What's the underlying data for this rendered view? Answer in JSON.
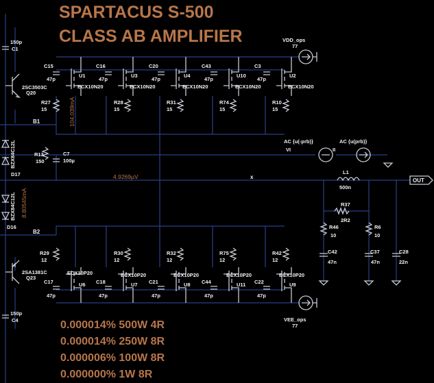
{
  "title": {
    "line1": "SPARTACUS S-500",
    "line2": "CLASS AB AMPLIFIER"
  },
  "specs": [
    "0.000014% 500W 4R",
    "0.000014% 250W 8R",
    "0.000006% 100W 8R",
    "0.000000% 1W 8R"
  ],
  "measurements": {
    "current_top": "104.039mA",
    "current_bias": "8.80545mA",
    "node_voltage": "4.9269µV"
  },
  "nets": {
    "b1": "B1",
    "b2": "B2",
    "x": "x",
    "out": "OUT"
  },
  "sources": {
    "vdd_name": "VDD_ops",
    "vdd_value": "77",
    "vee_name": "VEE_ops",
    "vee_value": "77",
    "ac1_name": "AC {u(-prb)}",
    "ac1_inner": "VI",
    "ac2_name": "AC {u(prb)}",
    "ac2_inner": "II"
  },
  "transistors": {
    "q20": {
      "part": "2SC3503C",
      "ref": "Q20"
    },
    "q23": {
      "part": "2SA1381C",
      "ref": "Q23"
    }
  },
  "zeners": {
    "d17": {
      "part": "BZX84C12L",
      "ref": "D17"
    },
    "d16": {
      "part": "BZX84C12L",
      "ref": "D16"
    }
  },
  "top_mosfets": [
    {
      "cap_ref": "C15",
      "cap_val": "47p",
      "fet_ref": "U1",
      "fet_part": "ECX10N20",
      "res_ref": "R27",
      "res_val": "15"
    },
    {
      "cap_ref": "C16",
      "cap_val": "47p",
      "fet_ref": "U3",
      "fet_part": "ECX10N20",
      "res_ref": "R28",
      "res_val": "15"
    },
    {
      "cap_ref": "C20",
      "cap_val": "47p",
      "fet_ref": "U4",
      "fet_part": "ECX10N20",
      "res_ref": "R31",
      "res_val": "15"
    },
    {
      "cap_ref": "C43",
      "cap_val": "47p",
      "fet_ref": "U10",
      "fet_part": "ECX10N20",
      "res_ref": "R74",
      "res_val": "15"
    },
    {
      "cap_ref": "C3",
      "cap_val": "47p",
      "fet_ref": "U2",
      "fet_part": "ECX10N20",
      "res_ref": "R10",
      "res_val": "15"
    }
  ],
  "bottom_mosfets": [
    {
      "cap_ref": "C17",
      "cap_val": "47p",
      "fet_ref": "U6",
      "fet_part": "ECX10P20",
      "res_ref": "R29",
      "res_val": "12"
    },
    {
      "cap_ref": "C18",
      "cap_val": "47p",
      "fet_ref": "U7",
      "fet_part": "ECX10P20",
      "res_ref": "R30",
      "res_val": "12"
    },
    {
      "cap_ref": "C21",
      "cap_val": "47p",
      "fet_ref": "U8",
      "fet_part": "ECX10P20",
      "res_ref": "R32",
      "res_val": "12"
    },
    {
      "cap_ref": "C44",
      "cap_val": "47p",
      "fet_ref": "U11",
      "fet_part": "ECX10P20",
      "res_ref": "R75",
      "res_val": "12"
    },
    {
      "cap_ref": "C22",
      "cap_val": "47p",
      "fet_ref": "U9",
      "fet_part": "ECX10P20",
      "res_ref": "R42",
      "res_val": "12"
    }
  ],
  "passives": {
    "c1": {
      "ref": "C1",
      "val": "150p"
    },
    "c4": {
      "ref": "C4",
      "val": "150p"
    },
    "r13": {
      "ref": "R13",
      "val": "150"
    },
    "c7": {
      "ref": "C7",
      "val": "100µ"
    },
    "l1": {
      "ref": "L1",
      "val": "500n"
    },
    "r37": {
      "ref": "R37",
      "val": "2R2"
    },
    "r46": {
      "ref": "R46",
      "val": "10"
    },
    "r6": {
      "ref": "R6",
      "val": "10"
    },
    "c42": {
      "ref": "C42",
      "val": "47n"
    },
    "c37": {
      "ref": "C37",
      "val": "47n"
    },
    "c28": {
      "ref": "C28",
      "val": "22n"
    }
  }
}
